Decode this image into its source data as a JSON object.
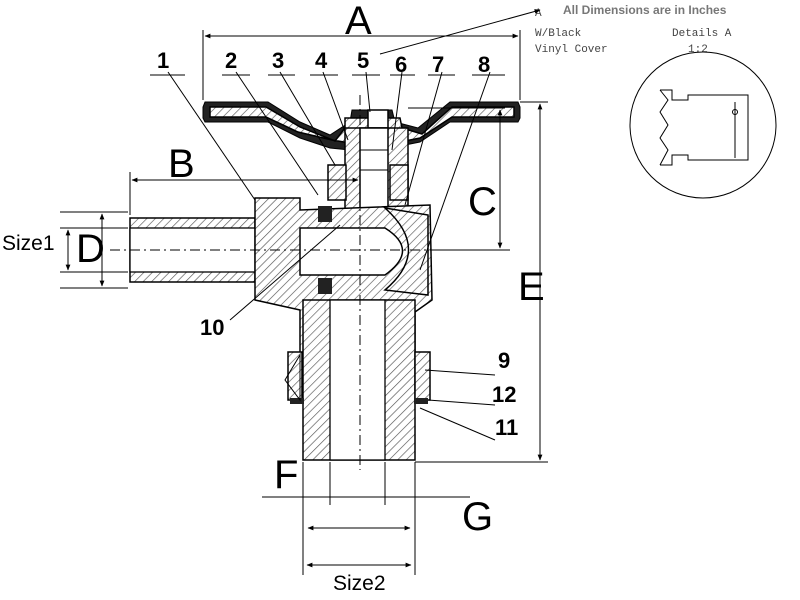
{
  "header": {
    "note": "All Dimensions are in Inches",
    "note_prefix": "A",
    "cover_line1": "W/Black",
    "cover_line2": "Vinyl Cover",
    "details_title": "Details A",
    "details_scale": "1:2"
  },
  "dimensions": {
    "A": "A",
    "B": "B",
    "C": "C",
    "D": "D",
    "E": "E",
    "F": "F",
    "G": "G",
    "size1": "Size1",
    "size2": "Size2"
  },
  "parts": [
    "1",
    "2",
    "3",
    "4",
    "5",
    "6",
    "7",
    "8",
    "9",
    "10",
    "11",
    "12"
  ]
}
